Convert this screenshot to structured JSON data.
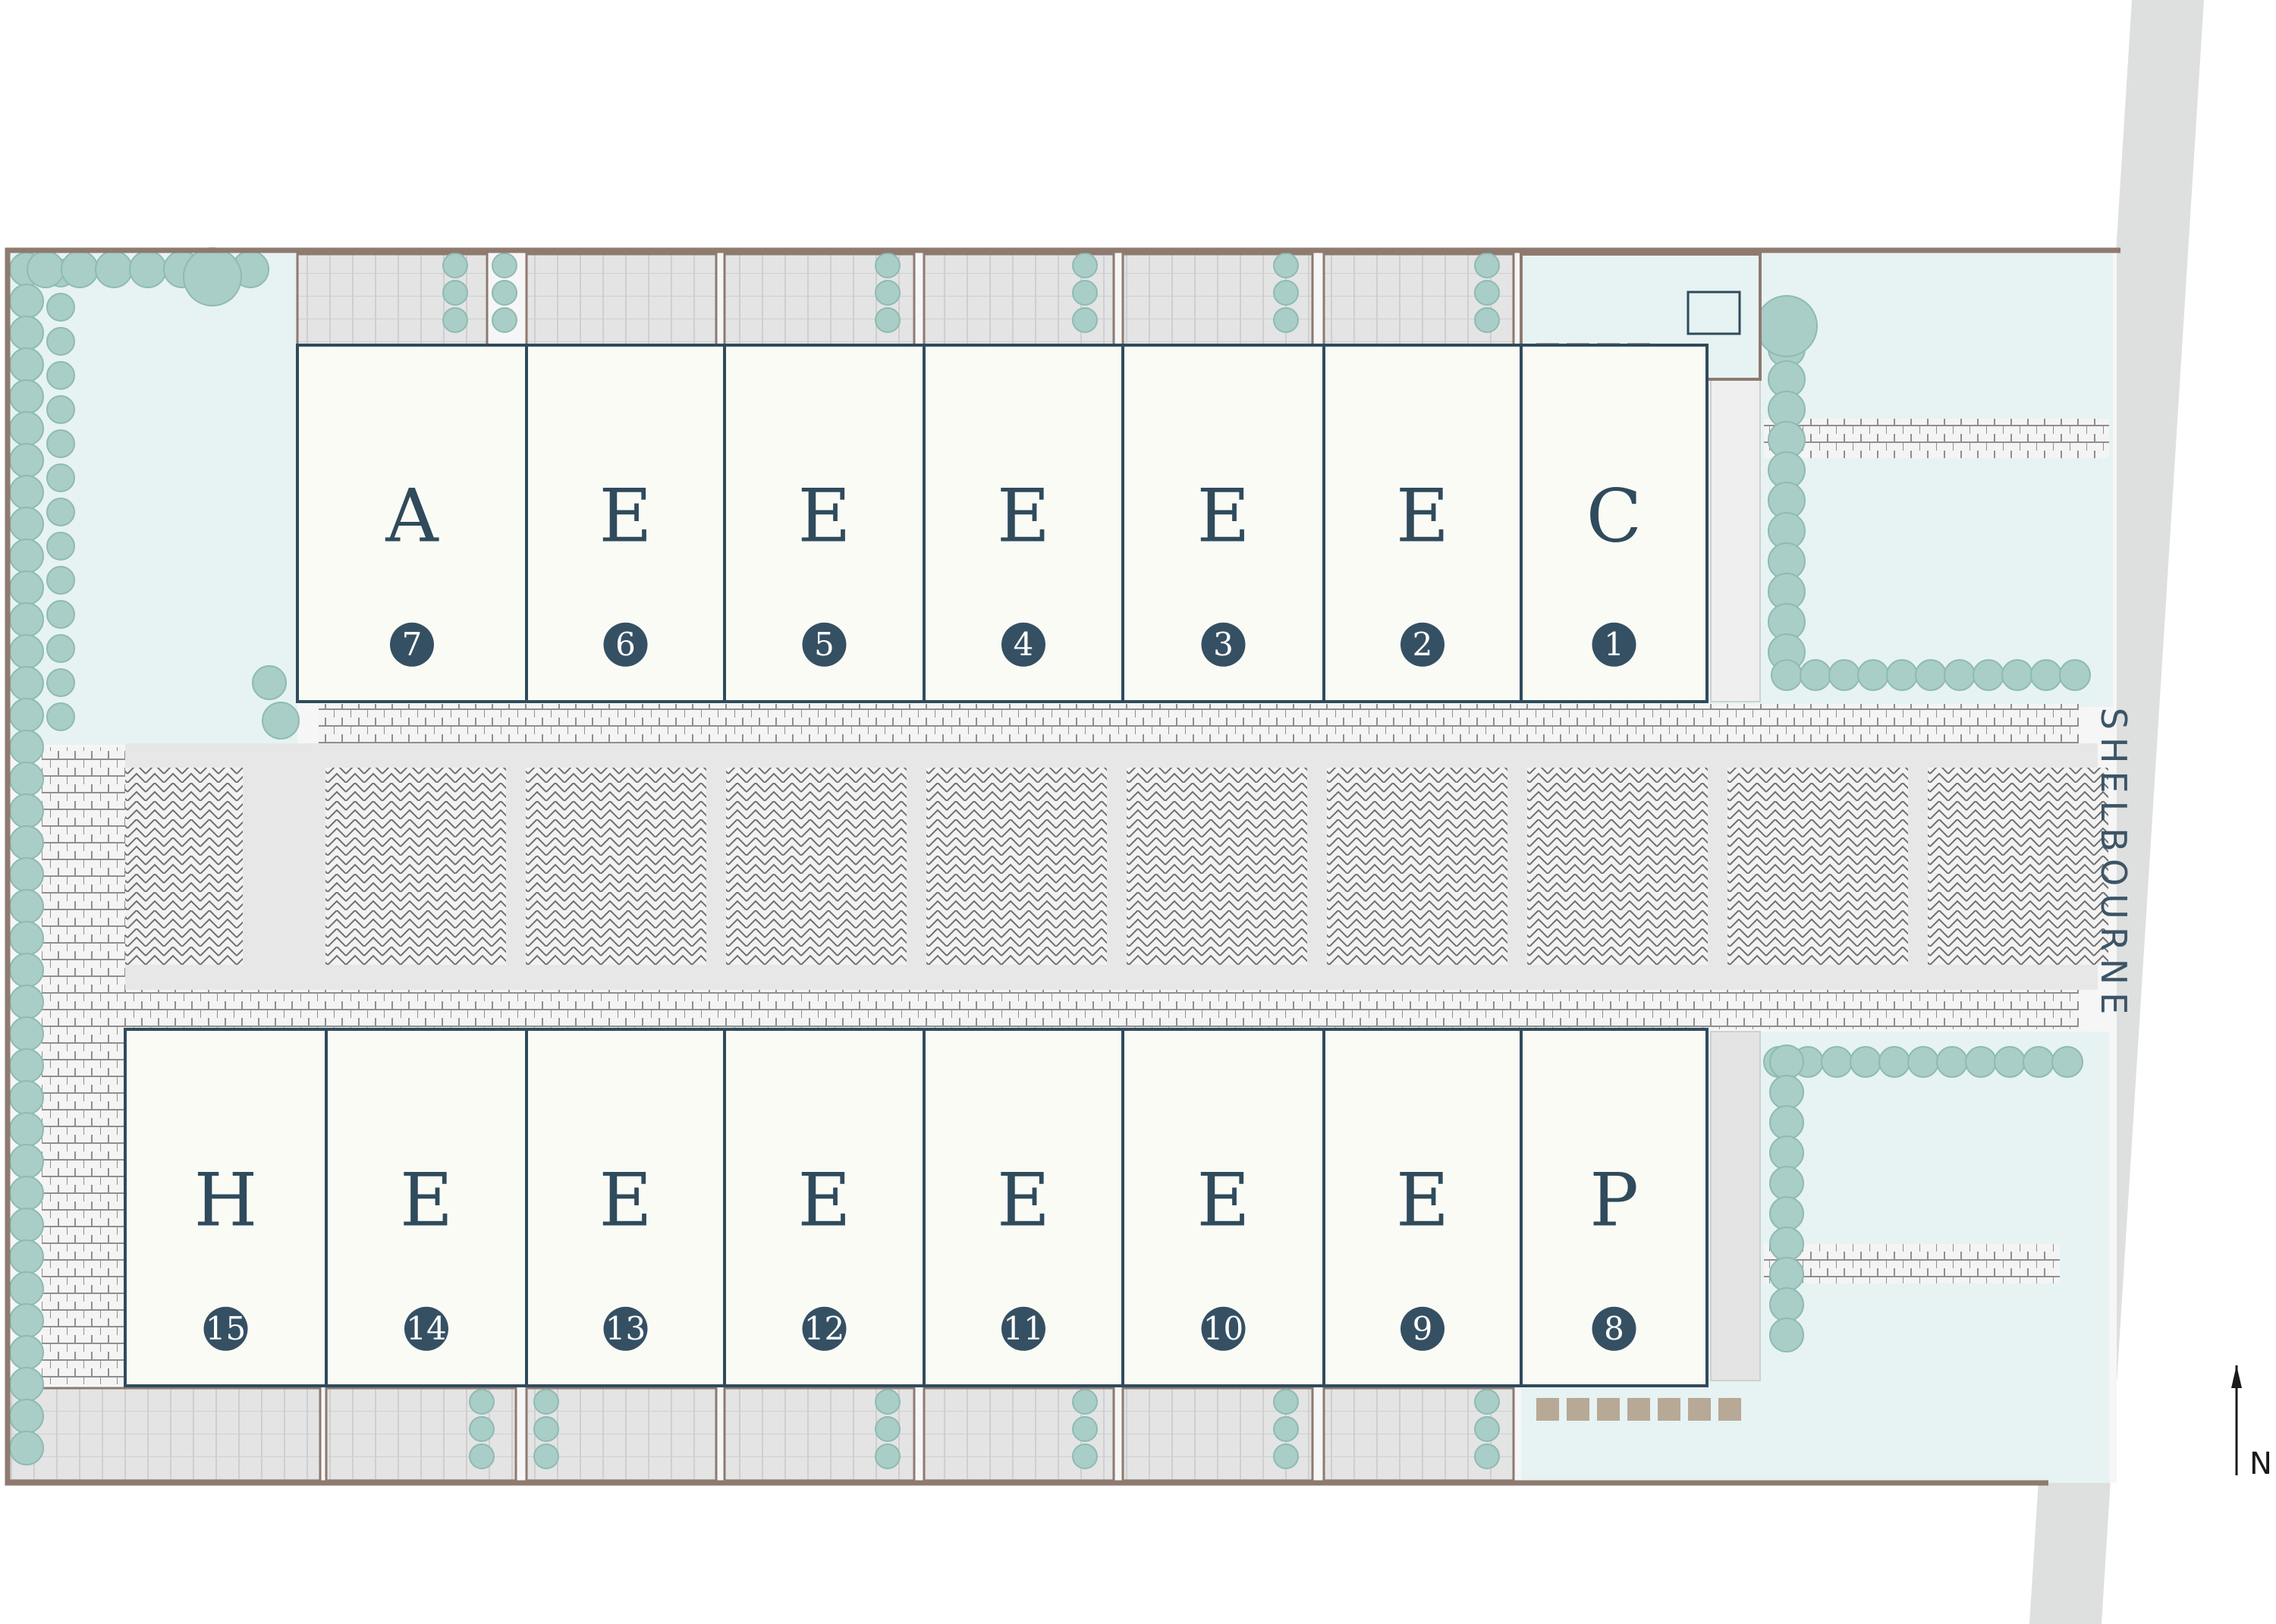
{
  "street": {
    "name": "SHELBOURNE"
  },
  "north": {
    "label": "N"
  },
  "colors": {
    "unit_fill": "#fbfbf6",
    "unit_stroke": "#2f4b5c",
    "badge": "#355063",
    "badge_text": "#ffffff",
    "boundary": "#8e7a6f",
    "landscape": "#e6f3f2",
    "shrub": "#a9cdc7",
    "road": "#dedfdf",
    "paving": "#f1f1f1",
    "courtyard": "#e5e5e5",
    "bin": "#b8a896"
  },
  "units_north": [
    {
      "letter": "A",
      "number": "7"
    },
    {
      "letter": "E",
      "number": "6"
    },
    {
      "letter": "E",
      "number": "5"
    },
    {
      "letter": "E",
      "number": "4"
    },
    {
      "letter": "E",
      "number": "3"
    },
    {
      "letter": "E",
      "number": "2"
    },
    {
      "letter": "C",
      "number": "1"
    }
  ],
  "units_south": [
    {
      "letter": "H",
      "number": "15"
    },
    {
      "letter": "E",
      "number": "14"
    },
    {
      "letter": "E",
      "number": "13"
    },
    {
      "letter": "E",
      "number": "12"
    },
    {
      "letter": "E",
      "number": "11"
    },
    {
      "letter": "E",
      "number": "10"
    },
    {
      "letter": "E",
      "number": "9"
    },
    {
      "letter": "P",
      "number": "8"
    }
  ],
  "parking_bays": 10
}
